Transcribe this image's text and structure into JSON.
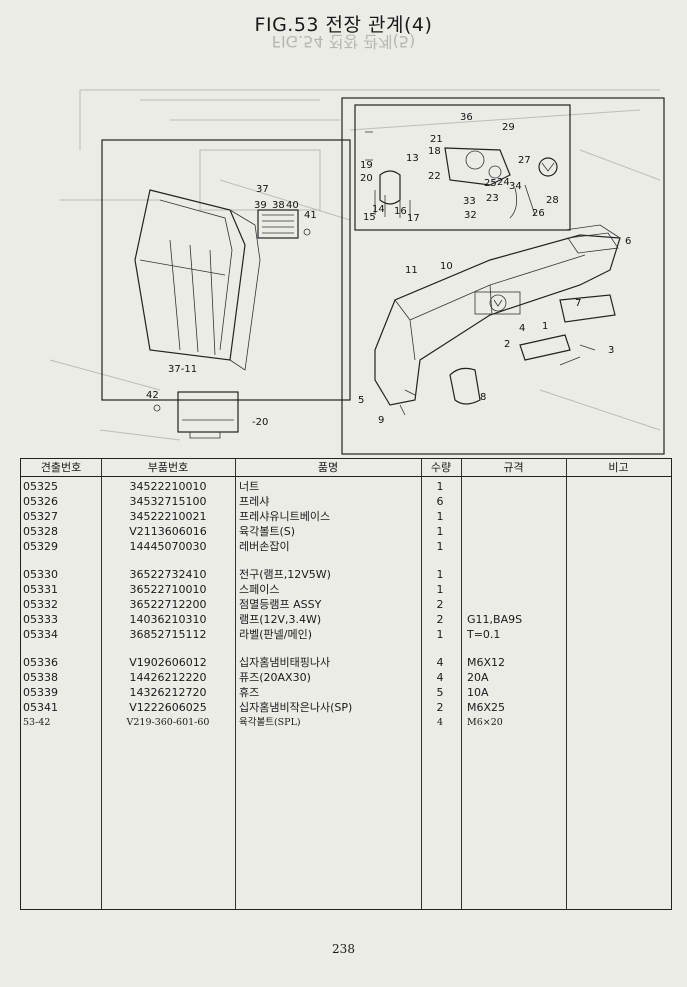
{
  "title": "FIG.53 전장 관계(4)",
  "ghost_title": "FIG.54 전장 관계(5)",
  "diagram": {
    "callouts_left": [
      "37",
      "39",
      "38",
      "40",
      "41",
      "37-11",
      "42",
      "-20"
    ],
    "callouts_inset": [
      "36",
      "29",
      "21",
      "18",
      "13",
      "19",
      "20",
      "22",
      "27",
      "24",
      "25",
      "23",
      "33",
      "34",
      "14",
      "16",
      "15",
      "17",
      "32",
      "28",
      "26"
    ],
    "callouts_right": [
      "6",
      "11",
      "10",
      "7",
      "4",
      "1",
      "2",
      "3",
      "5",
      "8",
      "9"
    ]
  },
  "table": {
    "headers": {
      "code": "견출번호",
      "part_no": "부품번호",
      "name": "품명",
      "qty": "수량",
      "spec": "규격",
      "remark": "비고"
    },
    "rows": [
      {
        "code": "05325",
        "part_no": "34522210010",
        "name": "너트",
        "qty": "1",
        "spec": ""
      },
      {
        "code": "05326",
        "part_no": "34532715100",
        "name": "프레샤",
        "qty": "6",
        "spec": ""
      },
      {
        "code": "05327",
        "part_no": "34522210021",
        "name": "프레샤유니트베이스",
        "qty": "1",
        "spec": ""
      },
      {
        "code": "05328",
        "part_no": "V2113606016",
        "name": "육각볼트(S)",
        "qty": "1",
        "spec": ""
      },
      {
        "code": "05329",
        "part_no": "14445070030",
        "name": "레버손잡이",
        "qty": "1",
        "spec": ""
      },
      {
        "code": "05330",
        "part_no": "36522732410",
        "name": "전구(램프,12V5W)",
        "qty": "1",
        "spec": ""
      },
      {
        "code": "05331",
        "part_no": "36522710010",
        "name": "스페이스",
        "qty": "1",
        "spec": ""
      },
      {
        "code": "05332",
        "part_no": "36522712200",
        "name": "점멸등램프 ASSY",
        "qty": "2",
        "spec": ""
      },
      {
        "code": "05333",
        "part_no": "14036210310",
        "name": "램프(12V,3.4W)",
        "qty": "2",
        "spec": "G11,BA9S"
      },
      {
        "code": "05334",
        "part_no": "36852715112",
        "name": "라벨(판넬/메인)",
        "qty": "1",
        "spec": "T=0.1"
      },
      {
        "code": "05336",
        "part_no": "V1902606012",
        "name": "십자홈냄비태핑나사",
        "qty": "4",
        "spec": "M6X12"
      },
      {
        "code": "05338",
        "part_no": "14426212220",
        "name": "퓨즈(20AX30)",
        "qty": "4",
        "spec": "20A"
      },
      {
        "code": "05339",
        "part_no": "14326212720",
        "name": "휴즈",
        "qty": "5",
        "spec": "10A"
      },
      {
        "code": "05341",
        "part_no": "V1222606025",
        "name": "십자홈냄비작은나사(SP)",
        "qty": "2",
        "spec": "M6X25"
      },
      {
        "code": "53-42",
        "part_no": "V219-360-601-60",
        "name": "육각볼트(SPL)",
        "qty": "4",
        "spec": "M6×20"
      }
    ]
  },
  "page_number": "238"
}
